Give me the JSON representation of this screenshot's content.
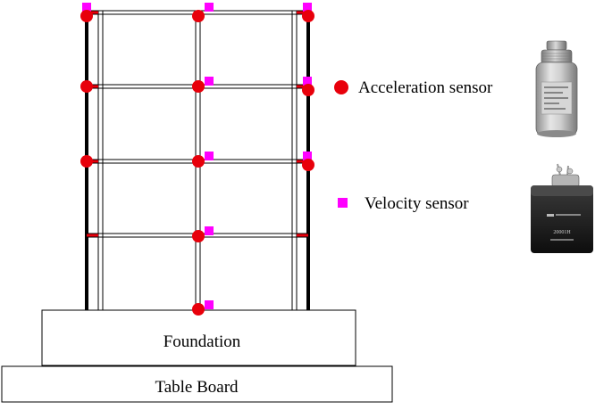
{
  "labels": {
    "foundation": "Foundation",
    "table_board": "Table Board",
    "legend_acceleration": "Acceleration sensor",
    "legend_velocity": "Velocity sensor"
  },
  "colors": {
    "acceleration_marker": "#e8000b",
    "velocity_marker": "#ff00ff",
    "frame": "#000000",
    "background": "#ffffff"
  },
  "photos": {
    "acceleration_sensor_body": "silver cylindrical accelerometer with connector",
    "velocity_sensor_body": "black cubic velocity sensor",
    "velocity_sensor_label": "20001H"
  }
}
